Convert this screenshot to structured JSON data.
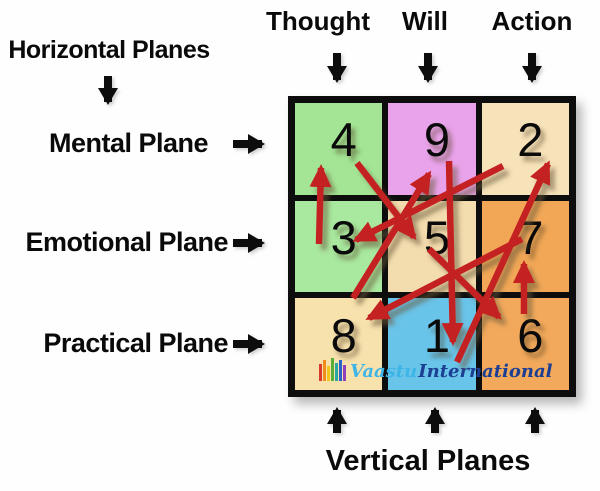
{
  "header": {
    "horizontal_planes": "Horizontal Planes",
    "columns": [
      {
        "label": "Thought"
      },
      {
        "label": "Will"
      },
      {
        "label": "Action"
      }
    ]
  },
  "rows": [
    {
      "label": "Mental Plane"
    },
    {
      "label": "Emotional Plane"
    },
    {
      "label": "Practical Plane"
    }
  ],
  "footer": {
    "vertical_planes": "Vertical Planes"
  },
  "grid": {
    "cells": [
      {
        "value": "4",
        "color": "#a3e595"
      },
      {
        "value": "9",
        "color": "#e9a3ea"
      },
      {
        "value": "2",
        "color": "#f7e3ba"
      },
      {
        "value": "3",
        "color": "#a9e89f"
      },
      {
        "value": "5",
        "color": "#f3dcae"
      },
      {
        "value": "7",
        "color": "#f1a756"
      },
      {
        "value": "8",
        "color": "#f7e1ad"
      },
      {
        "value": "1",
        "color": "#69c4e9"
      },
      {
        "value": "6",
        "color": "#f2a95b"
      }
    ]
  },
  "sequence_arrows": [
    {
      "from": "1",
      "to": "2"
    },
    {
      "from": "2",
      "to": "3"
    },
    {
      "from": "3",
      "to": "4"
    },
    {
      "from": "4",
      "to": "5"
    },
    {
      "from": "5",
      "to": "6"
    },
    {
      "from": "6",
      "to": "7"
    },
    {
      "from": "7",
      "to": "8"
    },
    {
      "from": "8",
      "to": "9"
    },
    {
      "from": "9",
      "to": "1"
    }
  ],
  "watermark": {
    "name1": "Vaastu",
    "name2": "International"
  },
  "colors": {
    "arrow_red": "#c42020",
    "line_black": "#0d0d0d",
    "watermark_light_blue": "#3eb5e8",
    "watermark_navy": "#1d3f93"
  }
}
